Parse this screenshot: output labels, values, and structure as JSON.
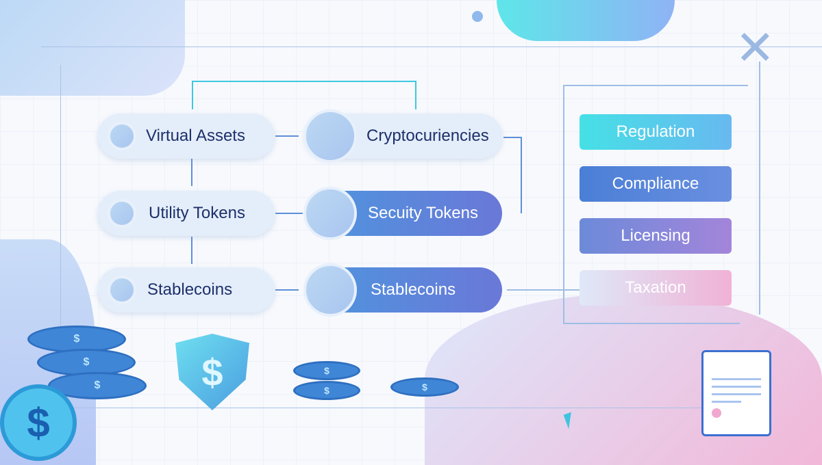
{
  "left_column": [
    "Virtual Assets",
    "Utility Tokens",
    "Stablecoins"
  ],
  "middle_column": [
    "Cryptocuriencies",
    "Secuity Tokens",
    "Stablecoins"
  ],
  "regulatory": [
    "Regulation",
    "Compliance",
    "Licensing",
    "Taxation"
  ],
  "currency_symbol": "$",
  "colors": {
    "regulation": "#3fd9e6",
    "compliance": "#4a7fd6",
    "licensing": "#8a86dc",
    "taxation": "#f0b6da"
  }
}
